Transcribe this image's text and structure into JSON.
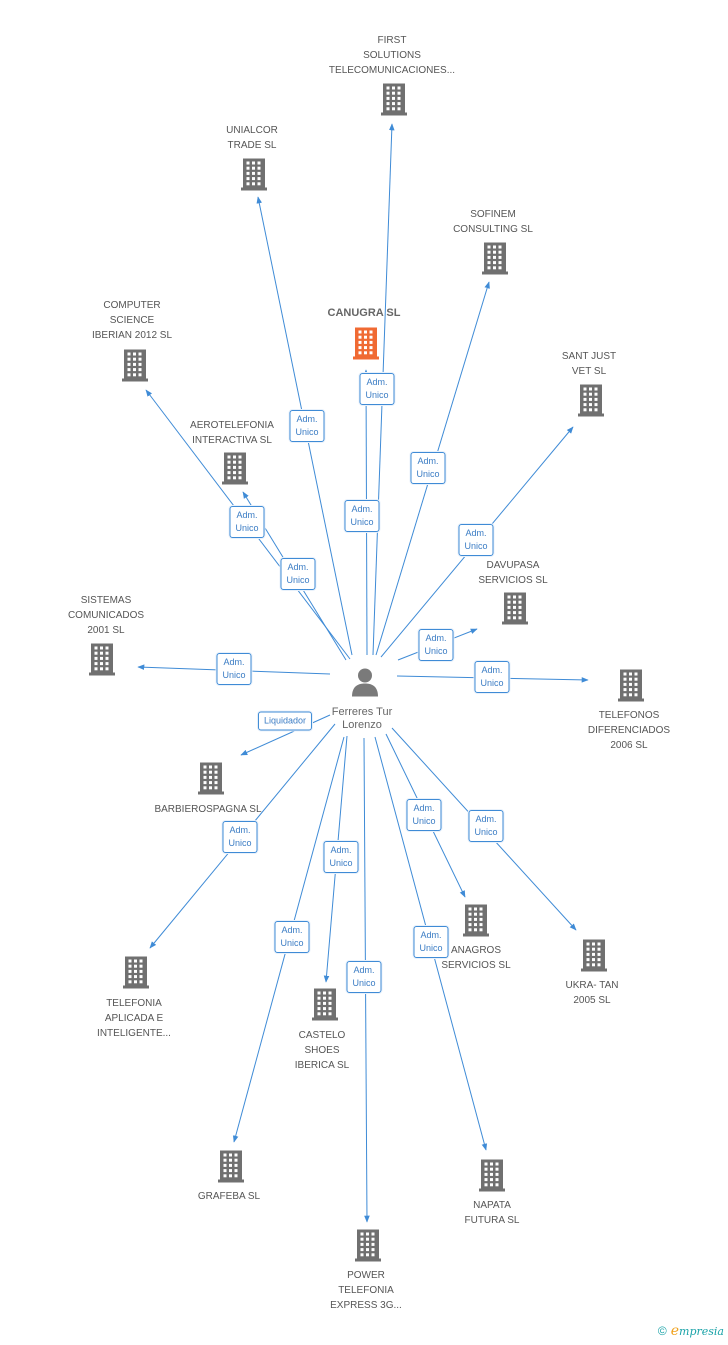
{
  "colors": {
    "edge": "#3f8bd6",
    "building": "#707070",
    "focal_building": "#f06a33",
    "person": "#7a7a7a"
  },
  "person": {
    "name": "Ferreres Tur\nLorenzo",
    "icon": "person-icon"
  },
  "companies": [
    {
      "id": "first-solutions",
      "label": "FIRST\nSOLUTIONS\nTELECOMUNICACIONES...",
      "role": "Adm.\nUnico"
    },
    {
      "id": "unialcor",
      "label": "UNIALCOR\nTRADE SL",
      "role": "Adm.\nUnico"
    },
    {
      "id": "sofinem",
      "label": "SOFINEM\nCONSULTING SL",
      "role": "Adm.\nUnico"
    },
    {
      "id": "canugra",
      "label": "CANUGRA SL",
      "role": "Adm.\nUnico",
      "focal": true
    },
    {
      "id": "computer-science",
      "label": "COMPUTER\nSCIENCE\nIBERIAN 2012  SL",
      "role": "Adm.\nUnico"
    },
    {
      "id": "sant-just",
      "label": "SANT JUST\nVET SL",
      "role": "Adm.\nUnico"
    },
    {
      "id": "aerotelefonia",
      "label": "AEROTELEFONIA\nINTERACTIVA SL",
      "role": "Adm.\nUnico"
    },
    {
      "id": "davupasa",
      "label": "DAVUPASA\nSERVICIOS SL",
      "role": "Adm.\nUnico"
    },
    {
      "id": "sistemas",
      "label": "SISTEMAS\nCOMUNICADOS\n2001 SL",
      "role": "Adm.\nUnico"
    },
    {
      "id": "telefonos",
      "label": "TELEFONOS\nDIFERENCIADOS\n2006 SL",
      "role": "Adm.\nUnico"
    },
    {
      "id": "barbierospagna",
      "label": "BARBIEROSPAGNA SL",
      "role": "Liquidador"
    },
    {
      "id": "telefonia-aplicada",
      "label": "TELEFONIA\nAPLICADA E\nINTELIGENTE...",
      "role": "Adm.\nUnico"
    },
    {
      "id": "castelo",
      "label": "CASTELO\nSHOES\nIBERICA SL",
      "role": "Adm.\nUnico"
    },
    {
      "id": "anagros",
      "label": "ANAGROS\nSERVICIOS SL",
      "role": "Adm.\nUnico"
    },
    {
      "id": "ukra-tan",
      "label": "UKRA- TAN\n2005 SL",
      "role": "Adm.\nUnico"
    },
    {
      "id": "grafeba",
      "label": "GRAFEBA SL",
      "role": "Adm.\nUnico"
    },
    {
      "id": "power-telefonia",
      "label": "POWER\nTELEFONIA\nEXPRESS 3G...",
      "role": "Adm.\nUnico"
    },
    {
      "id": "napata",
      "label": "NAPATA\nFUTURA SL",
      "role": "Adm.\nUnico"
    }
  ],
  "footer": {
    "copyright": "©",
    "brand_initial": "e",
    "brand_rest": "mpresia"
  }
}
